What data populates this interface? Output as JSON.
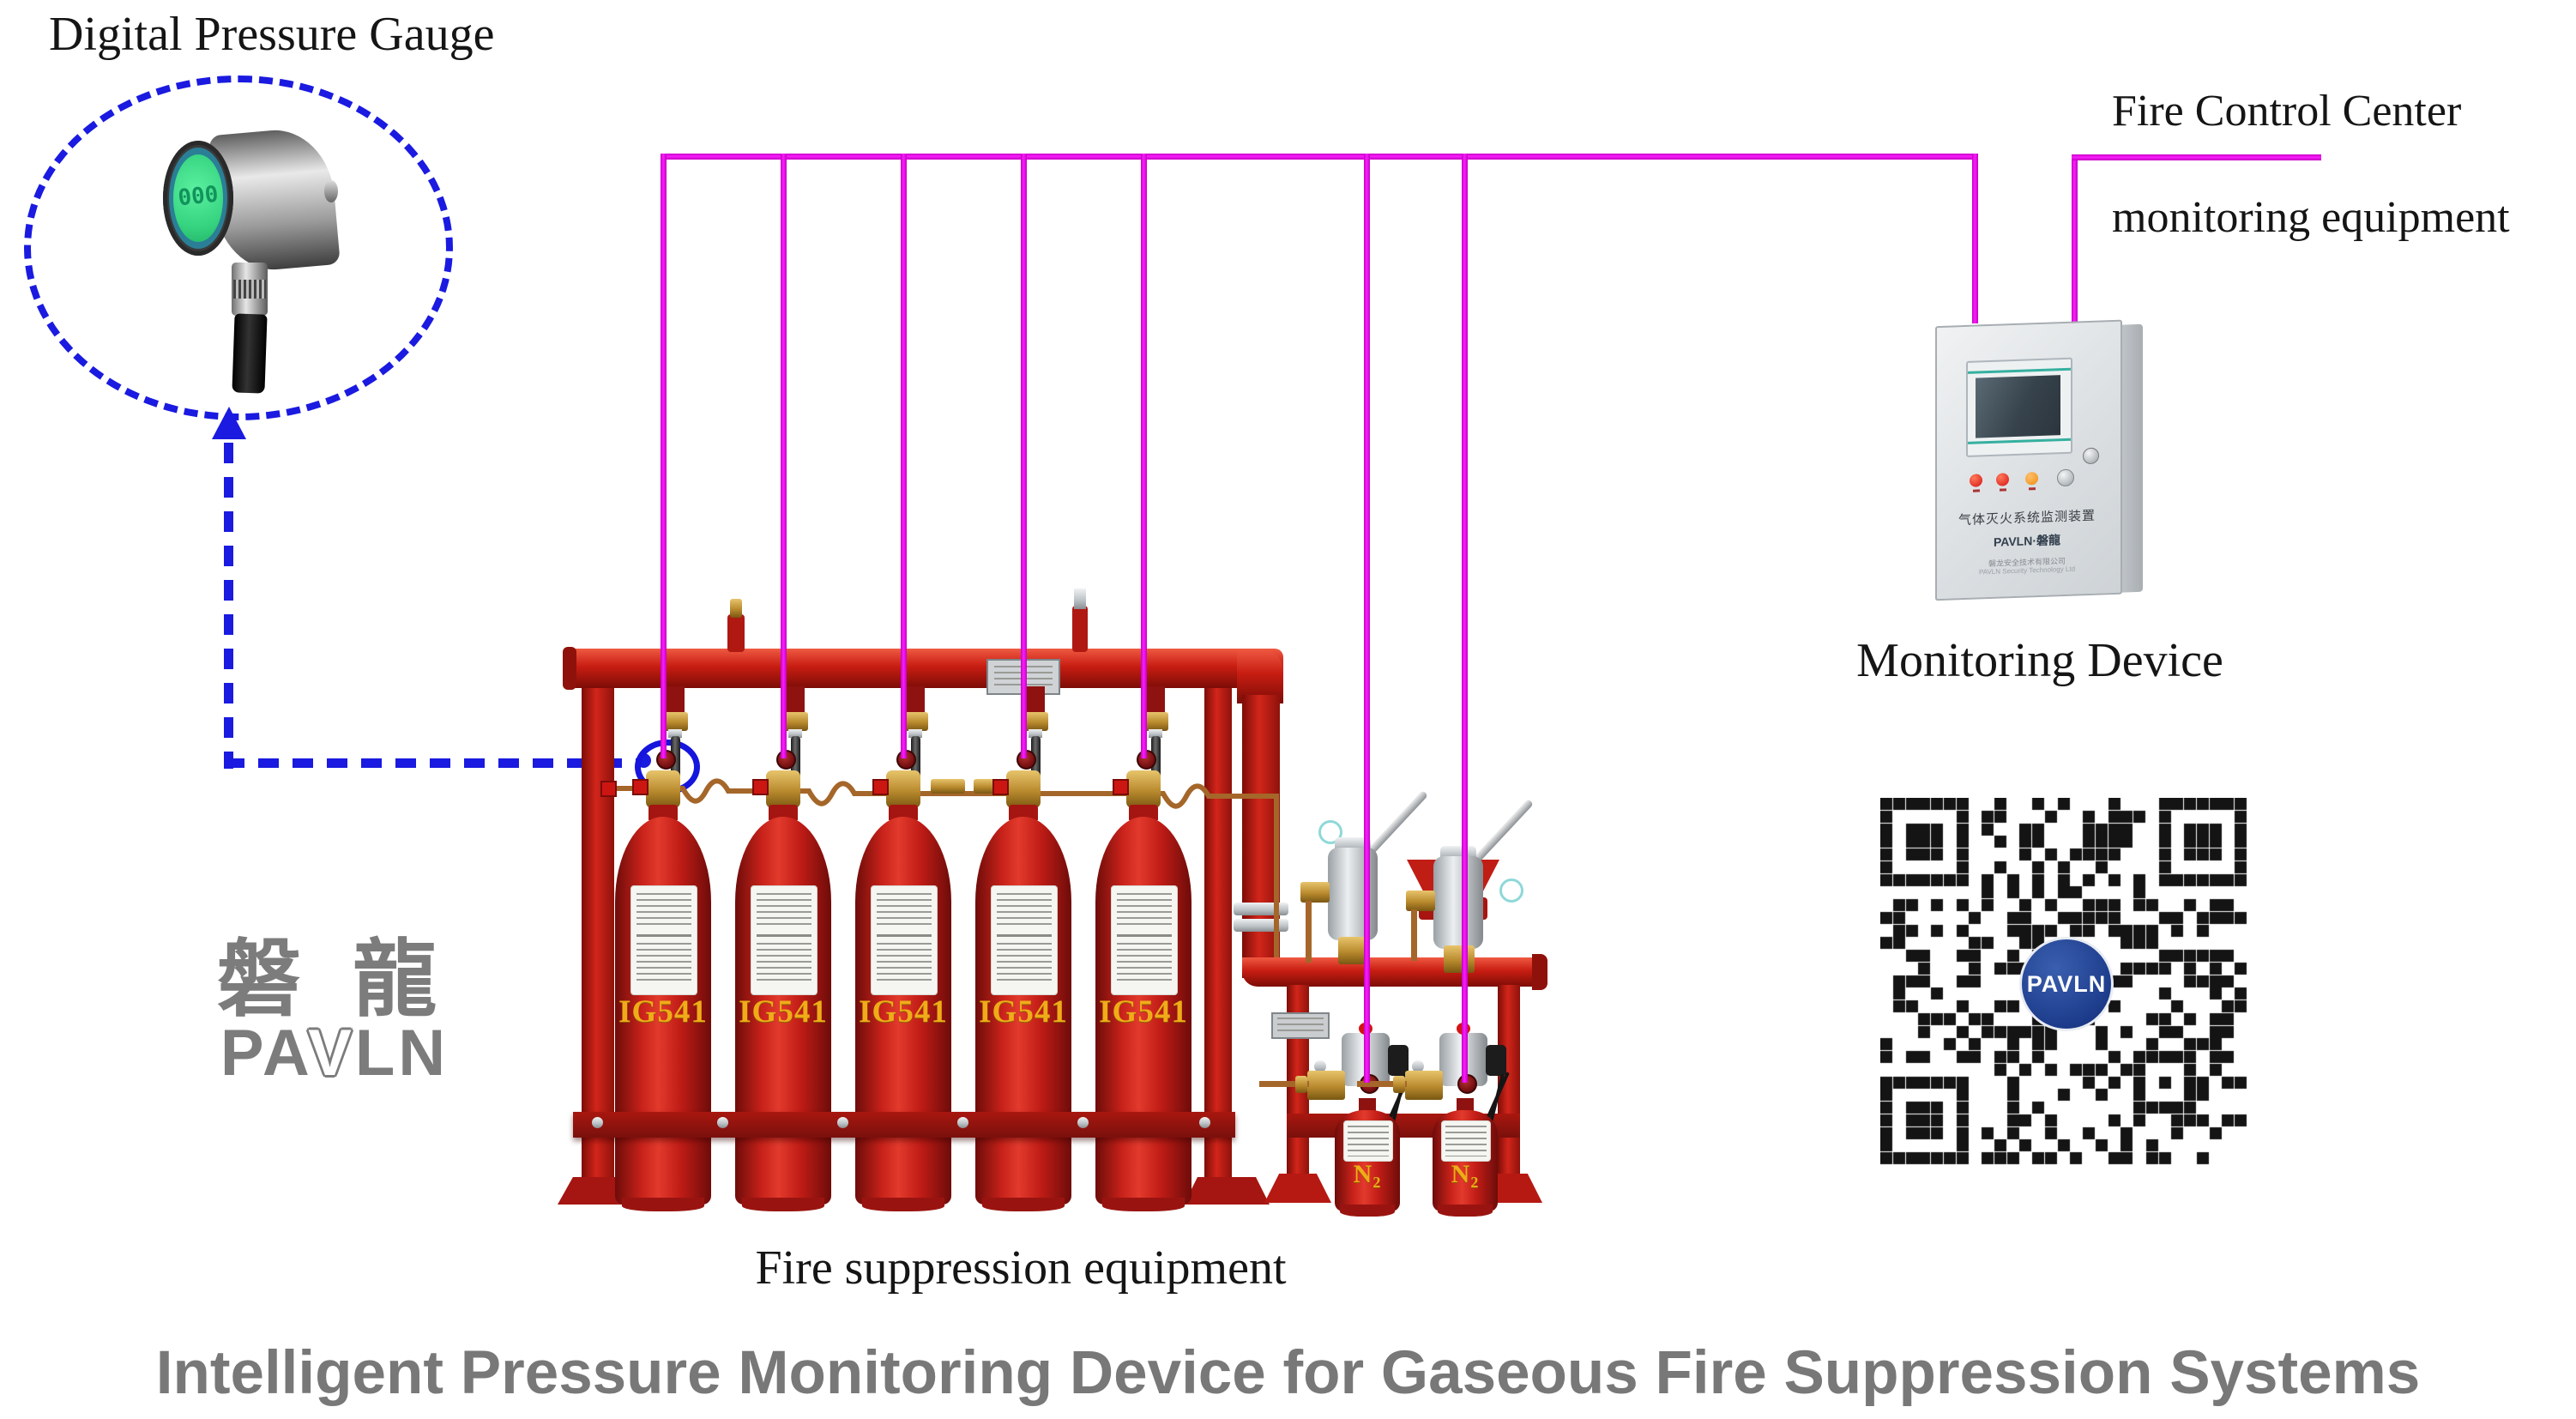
{
  "callout": {
    "title": "Digital Pressure Gauge",
    "gauge_display": "000"
  },
  "control_center": {
    "line1": "Fire Control Center",
    "line2": "monitoring equipment"
  },
  "monitoring_device": {
    "caption": "Monitoring Device",
    "panel_title": "气体灭火系统监测装置",
    "panel_brand": "PAVLN·磐龍",
    "company_cn": "磐龙安全技术有限公司",
    "company_en": "PAVLN Security Technology Ltd"
  },
  "equipment": {
    "caption": "Fire suppression equipment",
    "cylinder_label": "IG541",
    "n2_label": "N₂"
  },
  "brand": {
    "cn": "磐 龍",
    "en_p1": "PA",
    "en_v": "V",
    "en_p2": "LN"
  },
  "qr": {
    "logo_text": "PAVLN"
  },
  "footer": {
    "title": "Intelligent Pressure Monitoring Device for Gaseous Fire Suppression Systems"
  },
  "colors": {
    "line_magenta": "#e50ae5",
    "callout_blue": "#1a1ae0",
    "cylinder_red": "#c8221a",
    "brand_gray": "#7c7c7c",
    "qr_logo_blue": "#1d3c8c",
    "title_gray": "#787878"
  }
}
